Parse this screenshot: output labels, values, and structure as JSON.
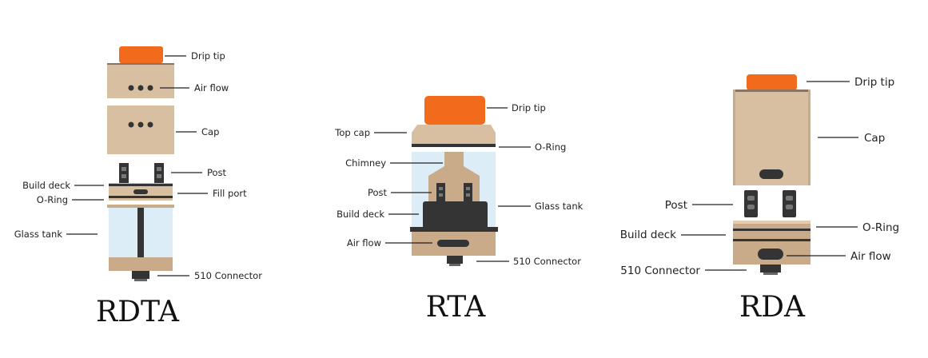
{
  "rdta": {
    "title": "RDTA",
    "labels": {
      "drip_tip": "Drip tip",
      "air_flow": "Air flow",
      "cap": "Cap",
      "post": "Post",
      "build_deck": "Build deck",
      "fill_port": "Fill port",
      "o_ring": "O-Ring",
      "glass_tank": "Glass tank",
      "connector": "510 Connector"
    }
  },
  "rta": {
    "title": "RTA",
    "labels": {
      "drip_tip": "Drip tip",
      "top_cap": "Top cap",
      "o_ring": "O-Ring",
      "chimney": "Chimney",
      "post": "Post",
      "build_deck": "Build deck",
      "glass_tank": "Glass tank",
      "air_flow": "Air flow",
      "connector": "510 Connector"
    }
  },
  "rda": {
    "title": "RDA",
    "labels": {
      "drip_tip": "Drip tip",
      "cap": "Cap",
      "post": "Post",
      "o_ring": "O-Ring",
      "build_deck": "Build deck",
      "air_flow": "Air flow",
      "connector": "510 Connector"
    }
  },
  "colors": {
    "drip_tip": "#f26a1b",
    "body": "#d9bfa1",
    "metal_dark": "#343434",
    "glass": "#dcedf8"
  }
}
